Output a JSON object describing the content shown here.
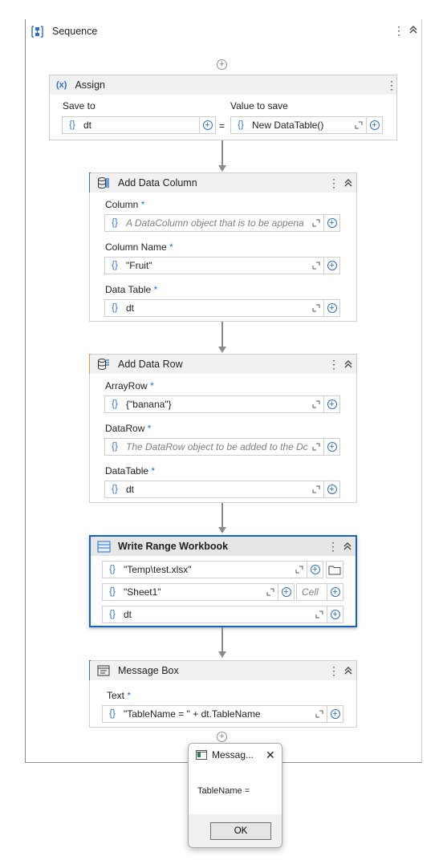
{
  "sequence": {
    "title": "Sequence"
  },
  "assign": {
    "title": "Assign",
    "icon_text": "(x)",
    "save_to_label": "Save to",
    "save_to_value": "dt",
    "value_label": "Value to save",
    "value_value": "New DataTable()",
    "equals": "="
  },
  "add_column": {
    "title": "Add Data Column",
    "column_label": "Column",
    "column_placeholder": "A DataColumn object that is to be appena",
    "column_name_label": "Column Name",
    "column_name_value": "\"Fruit\"",
    "table_label": "Data Table",
    "table_value": "dt"
  },
  "add_row": {
    "title": "Add Data Row",
    "array_label": "ArrayRow",
    "array_value": "{\"banana\"}",
    "datarow_label": "DataRow",
    "datarow_placeholder": "The DataRow object to be added to the Dc",
    "datatable_label": "DataTable",
    "datatable_value": "dt"
  },
  "write_range": {
    "title": "Write Range Workbook",
    "path_value": "\"Temp\\test.xlsx\"",
    "sheet_value": "\"Sheet1\"",
    "cell_placeholder": "Cell",
    "data_value": "dt"
  },
  "message_box": {
    "title": "Message Box",
    "text_label": "Text",
    "text_value": "\"TableName = \" + dt.TableName"
  },
  "common": {
    "braces": "{}",
    "required_mark": "*",
    "plus": "+",
    "more": "⋮",
    "collapse": "⌃"
  },
  "dialog": {
    "title": "Messag...",
    "close": "✕",
    "message": "TableName =",
    "ok_label": "OK"
  },
  "colors": {
    "accent_blue": "#1a73e8",
    "selection_blue": "#1565c0",
    "accent_orange": "#e0a030",
    "connector_gray": "#8a8a8a"
  }
}
